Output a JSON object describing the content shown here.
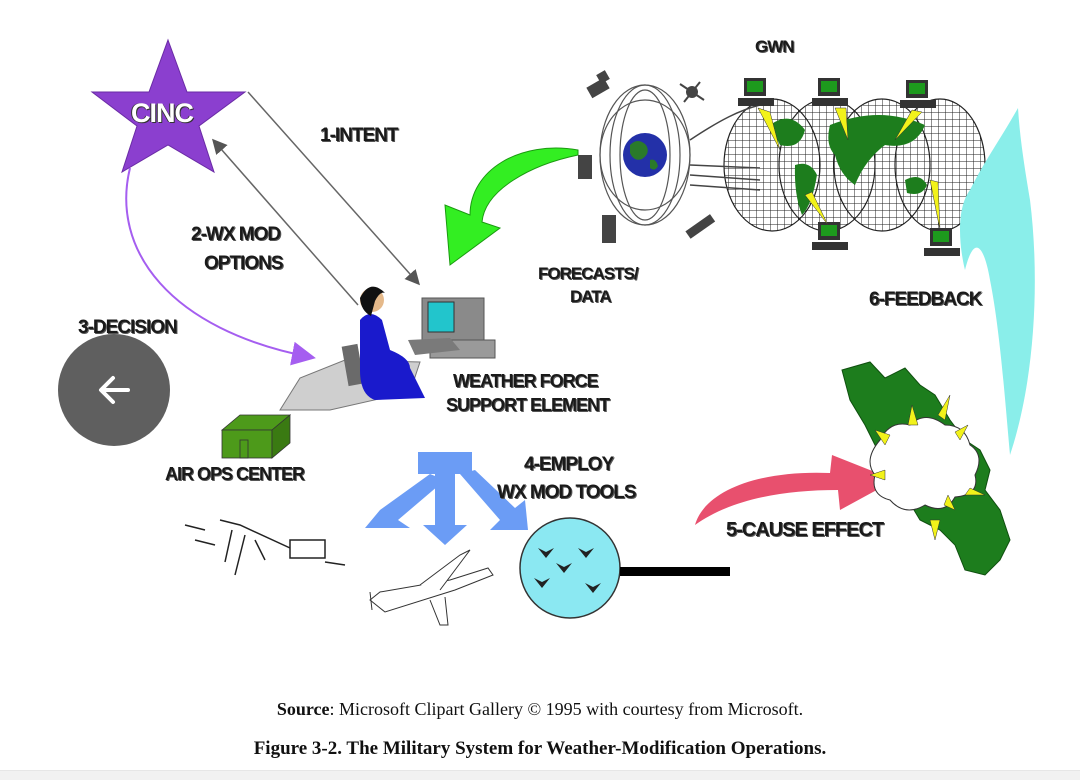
{
  "viewer": {
    "back_button_label": "Back",
    "back_icon": "arrow-left-icon"
  },
  "figure": {
    "nodes": {
      "cinc": "CINC",
      "gwn": "GWN",
      "weather_force_line1": "WEATHER FORCE",
      "weather_force_line2": "SUPPORT ELEMENT",
      "air_ops_center": "AIR OPS CENTER",
      "forecasts_line1": "FORECASTS/",
      "forecasts_line2": "DATA"
    },
    "steps": {
      "step1": "1-INTENT",
      "step2_line1": "2-WX MOD",
      "step2_line2": "OPTIONS",
      "step3": "3-DECISION",
      "step4_line1": "4-EMPLOY",
      "step4_line2": "WX MOD TOOLS",
      "step5": "5-CAUSE  EFFECT",
      "step6": "6-FEEDBACK"
    },
    "colors": {
      "star": "#8b3fcf",
      "decision_arrow": "#a55ef0",
      "forecast_arrow": "#33ee22",
      "employ_arrows": "#6b9cf5",
      "cause_arrow": "#e8506e",
      "feedback_arrow": "#8aeeea",
      "land": "#1d7d1d",
      "lightning": "#f2f21a",
      "person_suit": "#1a1acc",
      "tools_circle": "#8be8f2"
    }
  },
  "caption": {
    "source_label": "Source",
    "source_text": ": Microsoft Clipart Gallery © 1995 with courtesy from Microsoft.",
    "figure_title": "Figure 3-2.  The Military System for Weather-Modification Operations."
  }
}
